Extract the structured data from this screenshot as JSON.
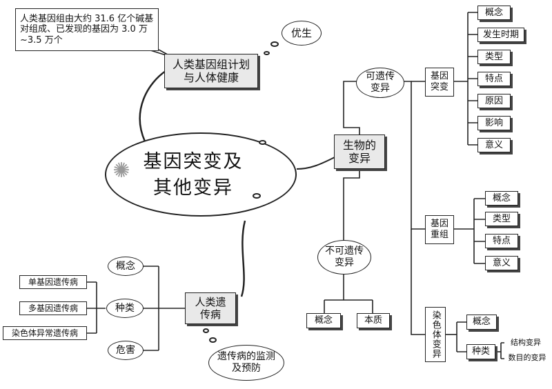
{
  "central": "基因突变及其他变异",
  "hgp": {
    "title": "人类基因组计划与人体健康",
    "note": "人类基因组由大约 31.6 亿个碱基对组成、已发现的基因为 3.0 万 ~3.5 万个",
    "bubble": "优生"
  },
  "variation": {
    "title": "生物的变异",
    "heritable": {
      "title": "可遗传变异",
      "mutation": {
        "title": "基因突变",
        "items": [
          "概念",
          "发生时期",
          "类型",
          "特点",
          "原因",
          "影响",
          "意义"
        ]
      },
      "recombination": {
        "title": "基因重组",
        "items": [
          "概念",
          "类型",
          "特点",
          "意义"
        ]
      },
      "chromosome": {
        "title": "染色体变异",
        "concept": "概念",
        "types": "种类",
        "type_items": [
          "结构变异",
          "数目的变异"
        ]
      }
    },
    "nonheritable": {
      "title": "不可遗传变异",
      "items": [
        "概念",
        "本质"
      ]
    }
  },
  "disease": {
    "title": "人类遗传病",
    "concept": "概念",
    "types": "种类",
    "type_items": [
      "单基因遗传病",
      "多基因遗传病",
      "染色体异常遗传病"
    ],
    "harm": "危害",
    "bubble": "遗传病的监测及预防"
  }
}
